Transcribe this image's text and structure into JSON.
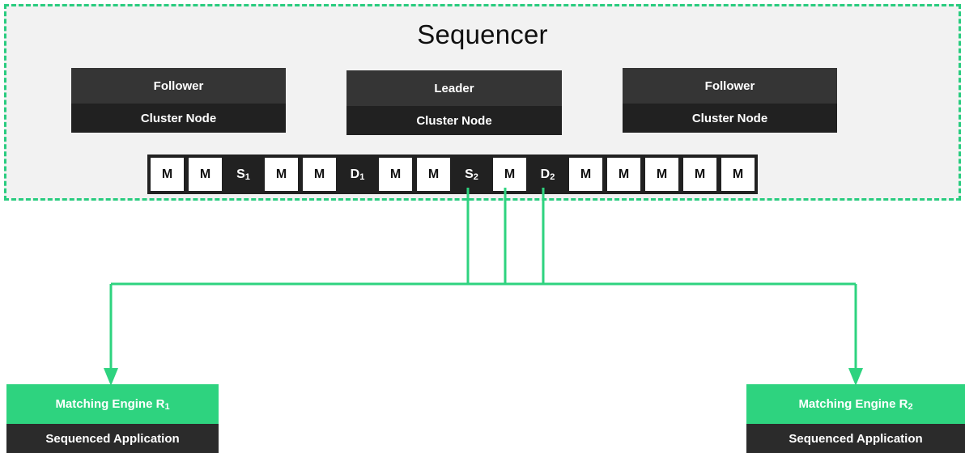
{
  "colors": {
    "accent_green": "#2ed37f",
    "panel_background": "#f2f2f2",
    "node_header": "#353535",
    "node_footer": "#212121",
    "page_background": "#ffffff"
  },
  "sequencer": {
    "title": "Sequencer",
    "nodes": [
      {
        "role": "Follower",
        "kind": "Cluster Node"
      },
      {
        "role": "Leader",
        "kind": "Cluster Node"
      },
      {
        "role": "Follower",
        "kind": "Cluster Node"
      }
    ],
    "message_strip": {
      "cells": [
        {
          "label": "M",
          "sub": "",
          "type": "plain"
        },
        {
          "label": "M",
          "sub": "",
          "type": "plain"
        },
        {
          "label": "S",
          "sub": "1",
          "type": "marked"
        },
        {
          "label": "M",
          "sub": "",
          "type": "plain"
        },
        {
          "label": "M",
          "sub": "",
          "type": "plain"
        },
        {
          "label": "D",
          "sub": "1",
          "type": "marked"
        },
        {
          "label": "M",
          "sub": "",
          "type": "plain"
        },
        {
          "label": "M",
          "sub": "",
          "type": "plain"
        },
        {
          "label": "S",
          "sub": "2",
          "type": "marked"
        },
        {
          "label": "M",
          "sub": "",
          "type": "plain"
        },
        {
          "label": "D",
          "sub": "2",
          "type": "marked"
        },
        {
          "label": "M",
          "sub": "",
          "type": "plain"
        },
        {
          "label": "M",
          "sub": "",
          "type": "plain"
        },
        {
          "label": "M",
          "sub": "",
          "type": "plain"
        },
        {
          "label": "M",
          "sub": "",
          "type": "plain"
        },
        {
          "label": "M",
          "sub": "",
          "type": "plain"
        }
      ]
    }
  },
  "engines": [
    {
      "title": "Matching Engine R",
      "sub_index": "1",
      "subtitle": "Sequenced Application"
    },
    {
      "title": "Matching Engine R",
      "sub_index": "2",
      "subtitle": "Sequenced Application"
    }
  ]
}
